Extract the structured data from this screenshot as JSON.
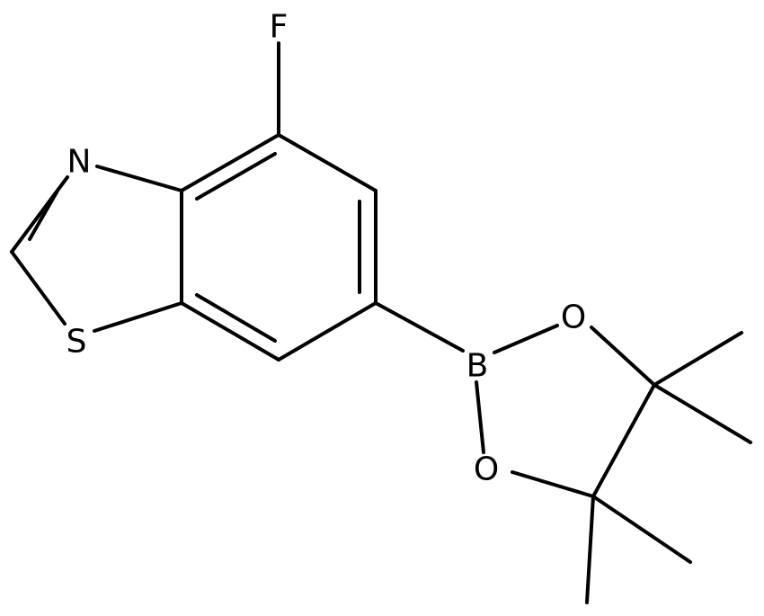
{
  "structure": {
    "atoms": {
      "fluorine": "F",
      "nitrogen": "N",
      "sulfur": "S",
      "boron": "B",
      "oxygen_upper": "O",
      "oxygen_lower": "O"
    }
  },
  "style": {
    "line_color": "#000000",
    "background": "#ffffff"
  }
}
